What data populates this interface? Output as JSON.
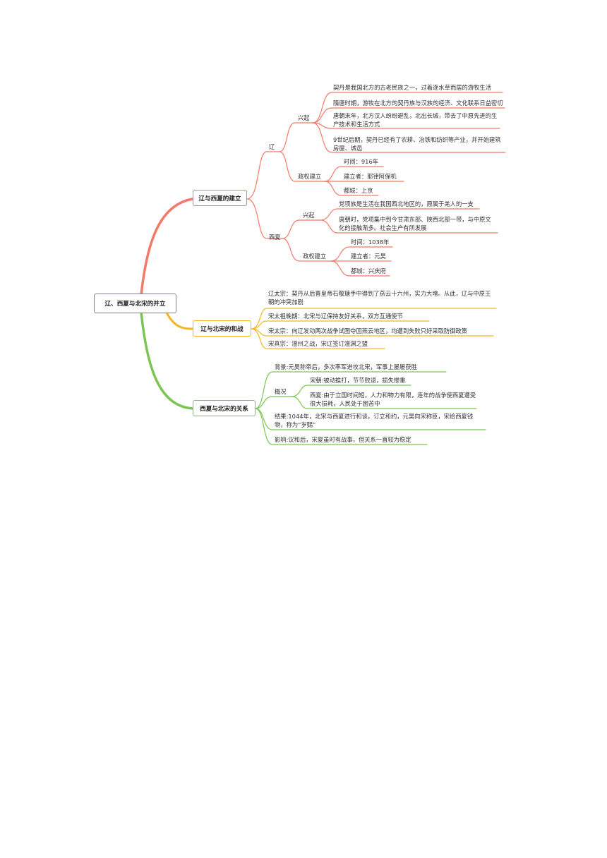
{
  "root": {
    "label": "辽、西夏与北宋的并立"
  },
  "branch1": {
    "label": "辽与西夏的建立",
    "color": "#f27a69",
    "liao": {
      "label": "辽",
      "rise": {
        "label": "兴起",
        "items": [
          "契丹是我国北方的古老民族之一，过着逐水草而居的游牧生活",
          "隋唐时期，游牧在北方的契丹族与汉族的经济、文化联系日益密切",
          "唐朝末年，北方汉人纷纷避乱，北出长城，带去了中原先进的生产技术和生活方式",
          "9世纪后期，契丹已经有了农耕、冶铁和纺织等产业，并开始建筑房屋、城邑"
        ]
      },
      "regime": {
        "label": "政权建立",
        "items": [
          "时间：916年",
          "建立者：耶律阿保机",
          "都城：上京"
        ]
      }
    },
    "xixia": {
      "label": "西夏",
      "rise": {
        "label": "兴起",
        "items": [
          "党项族是生活在我国西北地区的，原属于羌人的一支",
          "唐朝时，党项集中到今甘肃东部、陕西北部一带，与中原文化的接触渐多。社会生产有所发展"
        ]
      },
      "regime": {
        "label": "政权建立",
        "items": [
          "时间：1038年",
          "建立者：元昊",
          "都城：兴庆府"
        ]
      }
    }
  },
  "branch2": {
    "label": "辽与北宋的和战",
    "color": "#f2b824",
    "items": [
      "辽太宗：契丹从后晋皇帝石敬瑭手中得到了燕云十六州，实力大增。从此，辽与中原王朝的冲突加剧",
      "宋太祖晚期：北宋与辽保持友好关系，双方互通使节",
      "宋太宗：向辽发动两次战争试图夺回燕云地区，均遭到失败只好采取防御政策",
      "宋真宗：澶州之战，宋辽签订澶渊之盟"
    ]
  },
  "branch3": {
    "label": "西夏与北宋的关系",
    "color": "#7cc553",
    "background": "背景:元昊称帝后，多次率军进攻北宋，军事上屡屡获胜",
    "overview": {
      "label": "概况",
      "items": [
        "宋朝:被动挨打，节节败退，损失惨重",
        "西夏:由于立国时间短，人力和物力有限，连年的战争使西夏遭受很大损耗，人民处于困苦中"
      ]
    },
    "result": "结果:1044年，北宋与西夏进行和谈，订立和约，元昊向宋称臣，宋给西夏钱物，称为“岁赐”",
    "impact": "影响:议和后，宋夏虽时有战事，但关系一直较为稳定"
  },
  "colors": {
    "root_border": "#7a8291",
    "text": "#333333"
  }
}
